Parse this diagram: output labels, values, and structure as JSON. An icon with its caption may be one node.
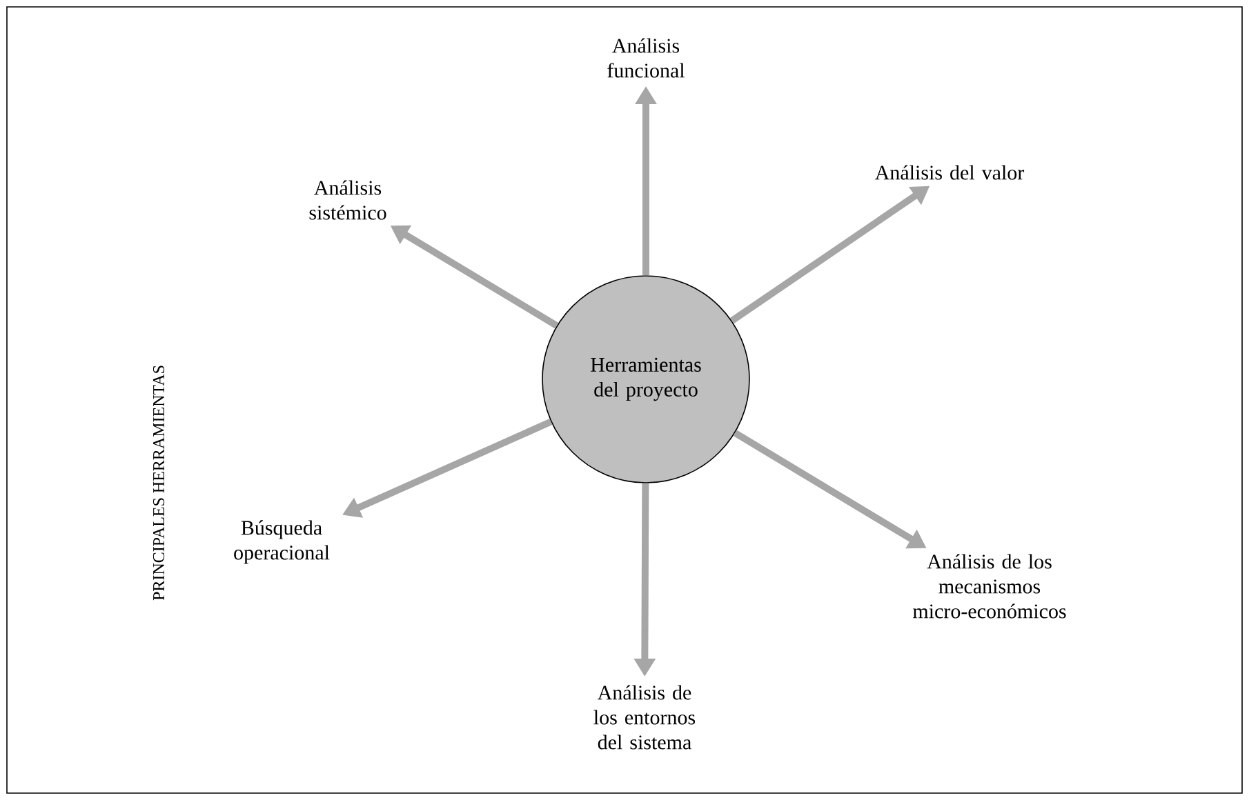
{
  "diagram": {
    "nodes": [
      {
        "text": [
          "Herramientas del proyecto"
        ]
      },
      {
        "text": [
          "Análisis funcional"
        ]
      },
      {
        "text": [
          "Análisis del valor"
        ]
      },
      {
        "text": [
          "Análisis de los mecanismos micro-económicos"
        ]
      },
      {
        "text": [
          "Análisis de los entornos del sistema"
        ]
      },
      {
        "text": [
          "Búsqueda operacional"
        ]
      },
      {
        "text": [
          "Análisis sistémico"
        ]
      }
    ],
    "edges": [
      {
        "from": 0,
        "to": 1,
        "arrow": "to"
      },
      {
        "from": 0,
        "to": 2,
        "arrow": "to"
      },
      {
        "from": 0,
        "to": 3,
        "arrow": "to"
      },
      {
        "from": 0,
        "to": 4,
        "arrow": "to"
      },
      {
        "from": 0,
        "to": 5,
        "arrow": "to"
      },
      {
        "from": 0,
        "to": 6,
        "arrow": "to"
      }
    ],
    "labels": [
      "PRINCIPALES HERRAMIENTAS"
    ]
  }
}
